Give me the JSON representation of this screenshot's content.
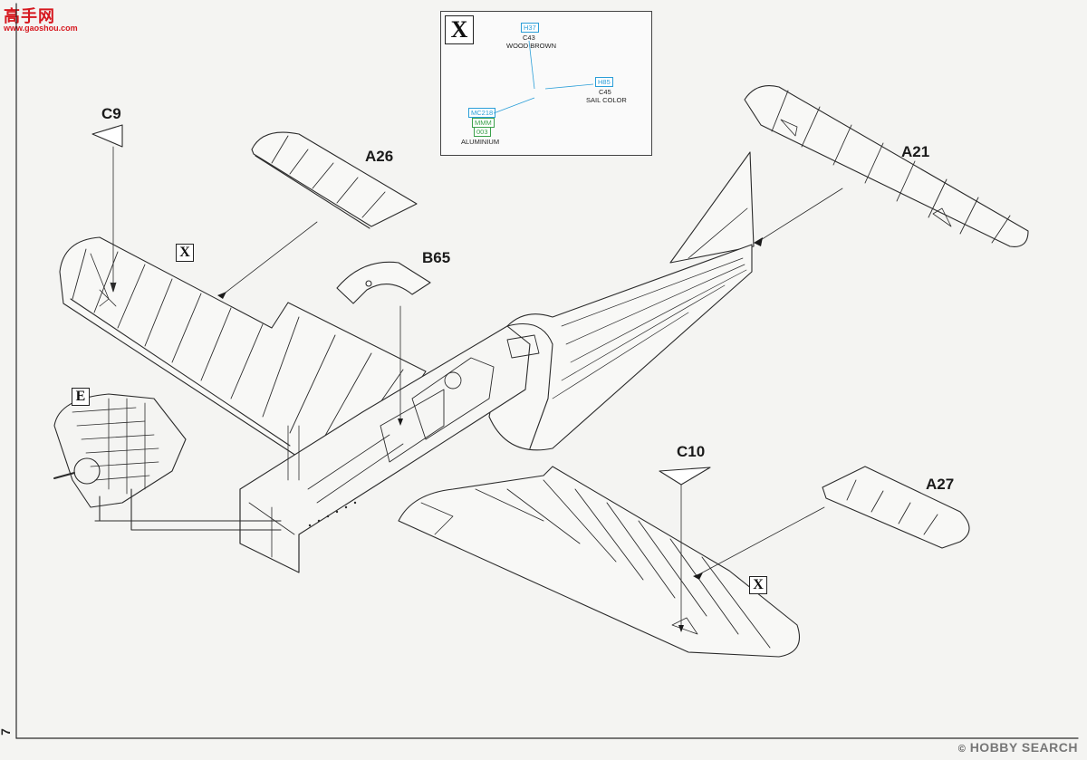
{
  "watermark_top_left": {
    "chinese": "高手网",
    "url": "www.gaoshou.com"
  },
  "watermark_bottom_right": {
    "text": "HOBBY SEARCH",
    "mark": "©"
  },
  "page_number": "7",
  "inset": {
    "box_label": "X",
    "colors": [
      {
        "h_code": "H37",
        "c_code": "C43",
        "name": "WOOD BROWN",
        "h_color": "#2a9ed8"
      },
      {
        "h_code": "H85",
        "c_code": "C45",
        "name": "SAIL COLOR",
        "h_color": "#2a9ed8"
      },
      {
        "mc_code": "MC218",
        "mmm_code": "MMM",
        "num": "003",
        "name": "ALUMINIUM",
        "mc_color": "#2a9ed8",
        "mmm_color": "#3aa04a"
      }
    ]
  },
  "parts": {
    "c9": "C9",
    "a26": "A26",
    "a21": "A21",
    "b65": "B65",
    "c10": "C10",
    "a27": "A27"
  },
  "markers": {
    "x_left": "X",
    "x_right": "X",
    "e_engine": "E"
  }
}
